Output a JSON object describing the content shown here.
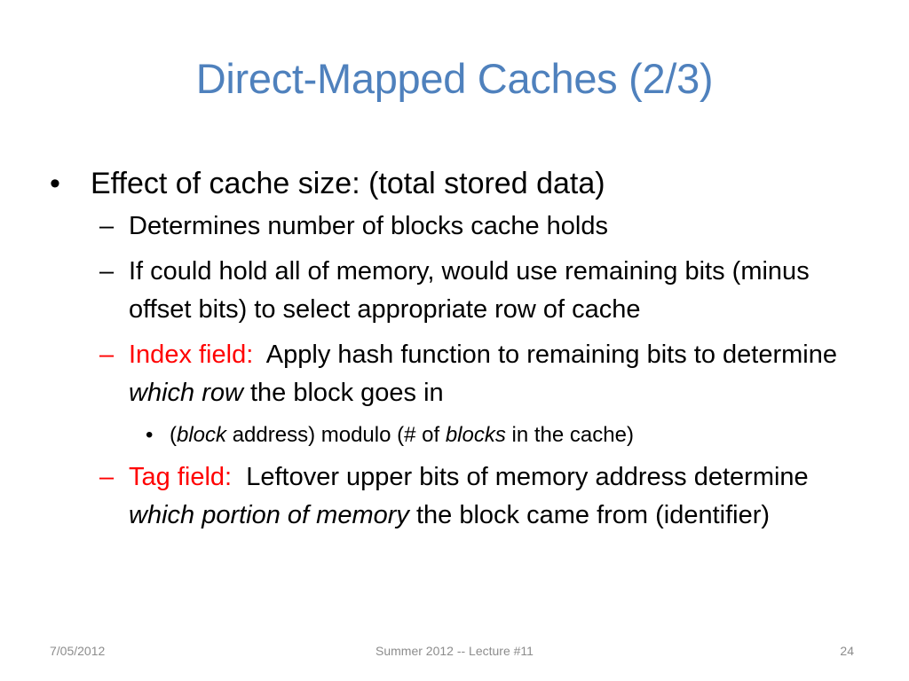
{
  "slide": {
    "title": "Direct-Mapped Caches (2/3)",
    "bullet_glyph": "•",
    "dash_glyph": "–",
    "l1": "Effect of cache size: (total stored data)",
    "sub1": "Determines number of blocks cache holds",
    "sub2": "If could hold all of memory, would use remaining bits (minus offset bits) to select appropriate row of cache",
    "sub3": {
      "label": "Index field:",
      "text_before": "Apply hash function to remaining bits to determine ",
      "emphasis": "which row",
      "text_after": " the block goes in"
    },
    "sub3_child": {
      "open_paren": "(",
      "emphasis1": "block",
      "mid": " address) modulo (# of ",
      "emphasis2": "blocks",
      "end": " in the cache)"
    },
    "sub4": {
      "label": "Tag field:",
      "text_before": "Leftover upper bits of memory address determine ",
      "emphasis": "which portion of memory",
      "text_after": " the block came from (identifier)"
    },
    "accent_color": "#4f81bd",
    "highlight_color": "#ff0000"
  },
  "footer": {
    "date": "7/05/2012",
    "center": "Summer 2012 -- Lecture #11",
    "page": "24"
  }
}
